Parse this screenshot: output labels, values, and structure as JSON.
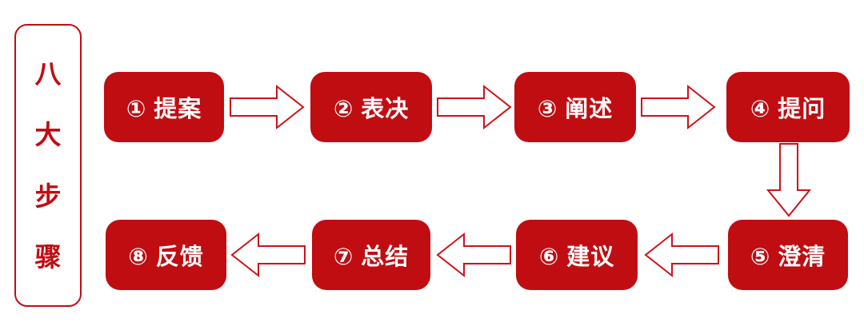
{
  "palette": {
    "box_red": "#c00d12",
    "arrow_outline_red": "#cc1219",
    "text_white": "#ffffff",
    "background": "#ffffff"
  },
  "sidebar": {
    "label": "八大步骤",
    "chars": [
      "八",
      "大",
      "步",
      "骤"
    ]
  },
  "steps": [
    {
      "number": "①",
      "name": "提案",
      "label": "① 提案"
    },
    {
      "number": "②",
      "name": "表决",
      "label": "② 表决"
    },
    {
      "number": "③",
      "name": "阐述",
      "label": "③ 阐述"
    },
    {
      "number": "④",
      "name": "提问",
      "label": "④ 提问"
    },
    {
      "number": "⑤",
      "name": "澄清",
      "label": "⑤ 澄清"
    },
    {
      "number": "⑥",
      "name": "建议",
      "label": "⑥ 建议"
    },
    {
      "number": "⑦",
      "name": "总结",
      "label": "⑦ 总结"
    },
    {
      "number": "⑧",
      "name": "反馈",
      "label": "⑧ 反馈"
    }
  ],
  "flow": {
    "top_row_direction": "right",
    "bottom_row_direction": "left",
    "connector_4_to_5": "down"
  }
}
